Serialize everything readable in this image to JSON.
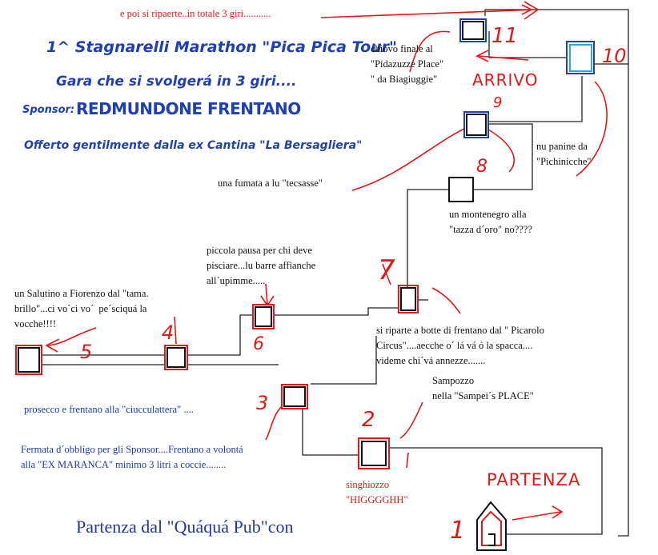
{
  "header": {
    "line1": "1^ Stagnarelli Marathon \"Pica Pica Tour\"",
    "line2": "Gara che si svolgerá in 3 giri....",
    "sponsor_label": "Sponsor:",
    "sponsor_name": "REDMUNDONE FRENTANO",
    "line4": "Offerto gentilmente dalla ex Cantina \"La Bersagliera\""
  },
  "top_note": "e poi si ripaerte..in totale 3 giri...........",
  "labels": {
    "arrivo": "ARRIVO",
    "partenza": "PARTENZA"
  },
  "notes": {
    "chiovo": "chiovo finale al\n\"Pidazuzze Place\"\n\" da Biagiuggie\"",
    "panine": "nu panine da\n\"Pichinicche\"",
    "fumata": "una fumata a lu \"tecsasse\"",
    "montenegro": "un montenegro alla\n\"tazza d´oro\" no????",
    "pausa": "piccola pausa per chi deve\npisciare...lu barre affianche\nall´upimme.....",
    "salutino": "un Salutino a Fiorenzo dal \"tama.\nbrillo\"...ci vo´ci vo´  pe´sciquá la\nvocche!!!!",
    "riparte": "si riparte a botte di frentano dal \" Picarolo\nCircus\"....aecche o´ lá vá ó la spacca....\nvideme chi´vá annezze.......",
    "sampozzo": "Sampozzo\nnella \"Sampei´s PLACE\"",
    "prosecco": "prosecco e frentano alla \"ciucculattera\" ....",
    "fermata": "Fermata d´obbligo per gli Sponsor....Frentano a volontá\nalla \"EX MARANCA\" minimo 3 litri a coccie........",
    "singhiozzo": "singhiozzo\n\"HIGGGGHH\""
  },
  "footer": "Partenza dal \"Quáquá Pub\"con",
  "stops": [
    {
      "number": "1",
      "name": "start"
    },
    {
      "number": "2",
      "name": "stop-2"
    },
    {
      "number": "3",
      "name": "stop-3"
    },
    {
      "number": "4",
      "name": "stop-4"
    },
    {
      "number": "5",
      "name": "stop-5"
    },
    {
      "number": "6",
      "name": "stop-6"
    },
    {
      "number": "7",
      "name": "stop-7"
    },
    {
      "number": "8",
      "name": "stop-8"
    },
    {
      "number": "9",
      "name": "stop-9"
    },
    {
      "number": "10",
      "name": "stop-10"
    },
    {
      "number": "11",
      "name": "stop-11"
    }
  ],
  "colors": {
    "ink": "#111111",
    "red": "#e01818",
    "blue": "#1f3fb4"
  }
}
